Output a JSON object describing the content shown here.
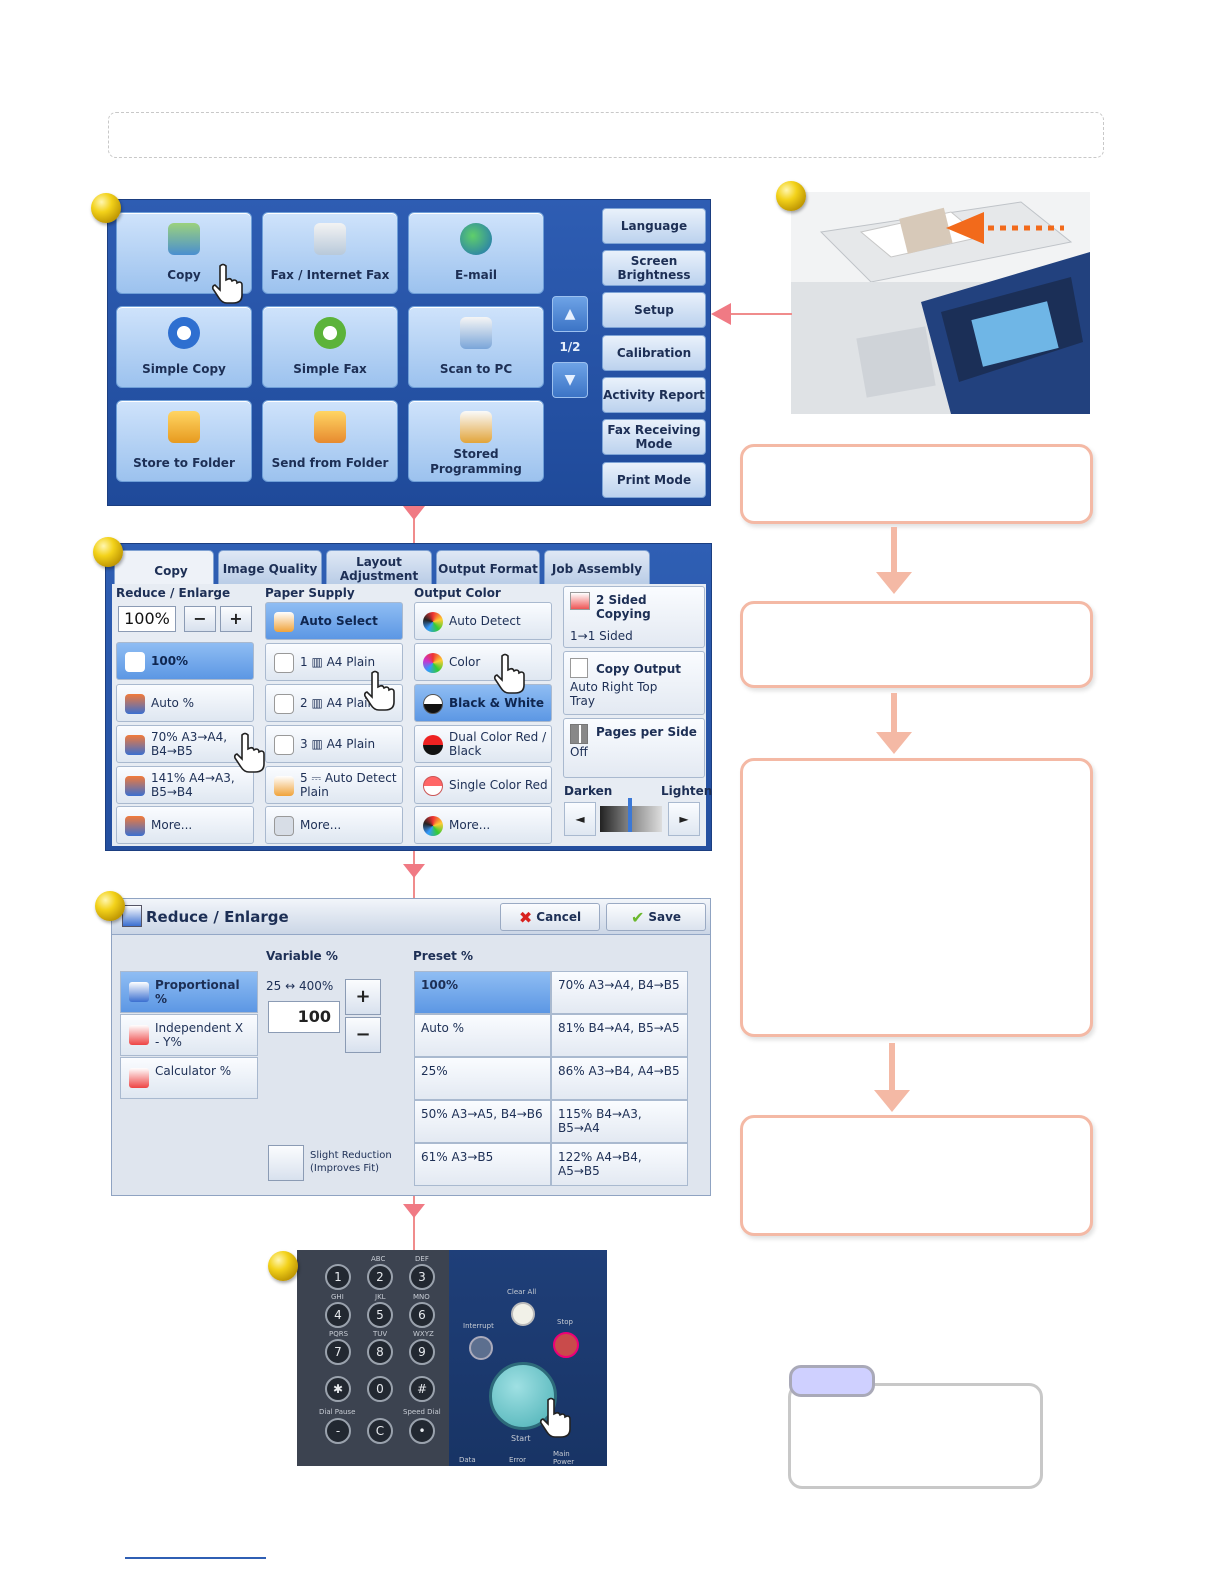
{
  "home_menu": {
    "tiles": [
      {
        "label": "Copy",
        "icon": "copy-icon"
      },
      {
        "label": "Fax / Internet Fax",
        "icon": "fax-icon"
      },
      {
        "label": "E-mail",
        "icon": "email-icon"
      },
      {
        "label": "Simple Copy",
        "icon": "simple-copy-icon"
      },
      {
        "label": "Simple Fax",
        "icon": "simple-fax-icon"
      },
      {
        "label": "Scan to PC",
        "icon": "scan-to-pc-icon"
      },
      {
        "label": "Store to Folder",
        "icon": "store-folder-icon"
      },
      {
        "label": "Send from Folder",
        "icon": "send-folder-icon"
      },
      {
        "label": "Stored Programming",
        "icon": "stored-programming-icon"
      }
    ],
    "page_indicator": "1/2",
    "side_buttons": [
      "Language",
      "Screen Brightness",
      "Setup",
      "Calibration",
      "Activity Report",
      "Fax Receiving Mode",
      "Print Mode"
    ]
  },
  "copy_screen": {
    "tabs": [
      "Copy",
      "Image Quality",
      "Layout Adjustment",
      "Output Format",
      "Job Assembly"
    ],
    "reduce_enlarge": {
      "header": "Reduce / Enlarge",
      "value": "100%",
      "minus": "−",
      "plus": "+",
      "options": [
        "100%",
        "Auto %",
        "70% A3→A4, B4→B5",
        "141% A4→A3, B5→B4",
        "More..."
      ]
    },
    "paper_supply": {
      "header": "Paper Supply",
      "options": [
        "Auto Select",
        "1 ▥ A4 Plain",
        "2 ▥ A4 Plain",
        "3 ▥ A4 Plain",
        "5 ⎓ Auto Detect Plain",
        "More..."
      ]
    },
    "output_color": {
      "header": "Output Color",
      "options": [
        "Auto Detect",
        "Color",
        "Black & White",
        "Dual Color Red / Black",
        "Single Color Red",
        "More..."
      ]
    },
    "two_sided": {
      "title": "2 Sided Copying",
      "value": "1→1 Sided"
    },
    "copy_output": {
      "title": "Copy Output",
      "value": "Auto Right Top Tray"
    },
    "pages_per_side": {
      "title": "Pages per Side",
      "value": "Off"
    },
    "density": {
      "darken": "Darken",
      "lighten": "Lighten",
      "left": "◄",
      "right": "►"
    }
  },
  "reduce_enlarge_screen": {
    "title": "Reduce / Enlarge",
    "cancel": "Cancel",
    "save": "Save",
    "modes": [
      "Proportional %",
      "Independent X - Y%",
      "Calculator %"
    ],
    "variable_header": "Variable %",
    "variable_range": "25 ↔ 400%",
    "variable_value": "100",
    "plus": "+",
    "minus": "−",
    "preset_header": "Preset %",
    "presets": [
      "100%",
      "70% A3→A4, B4→B5",
      "Auto %",
      "81% B4→A4, B5→A5",
      "25%",
      "86% A3→B4, A4→B5",
      "50% A3→A5, B4→B6",
      "115% B4→A3, B5→A4",
      "61% A3→B5",
      "122% A4→B4, A5→B5"
    ],
    "slight_reduction": "Slight Reduction (Improves Fit)"
  },
  "keypad": {
    "keys": [
      "1",
      "2",
      "3",
      "4",
      "5",
      "6",
      "7",
      "8",
      "9",
      "✱",
      "0",
      "#",
      "-",
      "C",
      "•"
    ],
    "sub_labels": [
      "ABC",
      "DEF",
      "GHI",
      "JKL",
      "MNO",
      "PQRS",
      "TUV",
      "WXYZ"
    ],
    "dial_pause": "Dial Pause",
    "speed_dial": "Speed Dial",
    "clear_all": "Clear All",
    "interrupt": "Interrupt",
    "stop": "Stop",
    "start": "Start",
    "data": "Data",
    "error": "Error",
    "main_power": "Main Power"
  },
  "colors": {
    "panel_blue": "#2e5db3",
    "flow_border": "#f4b9a5",
    "connector": "#f07a84",
    "note_tag": "#cfd0ff",
    "orange_arrow": "#f26a1b"
  }
}
